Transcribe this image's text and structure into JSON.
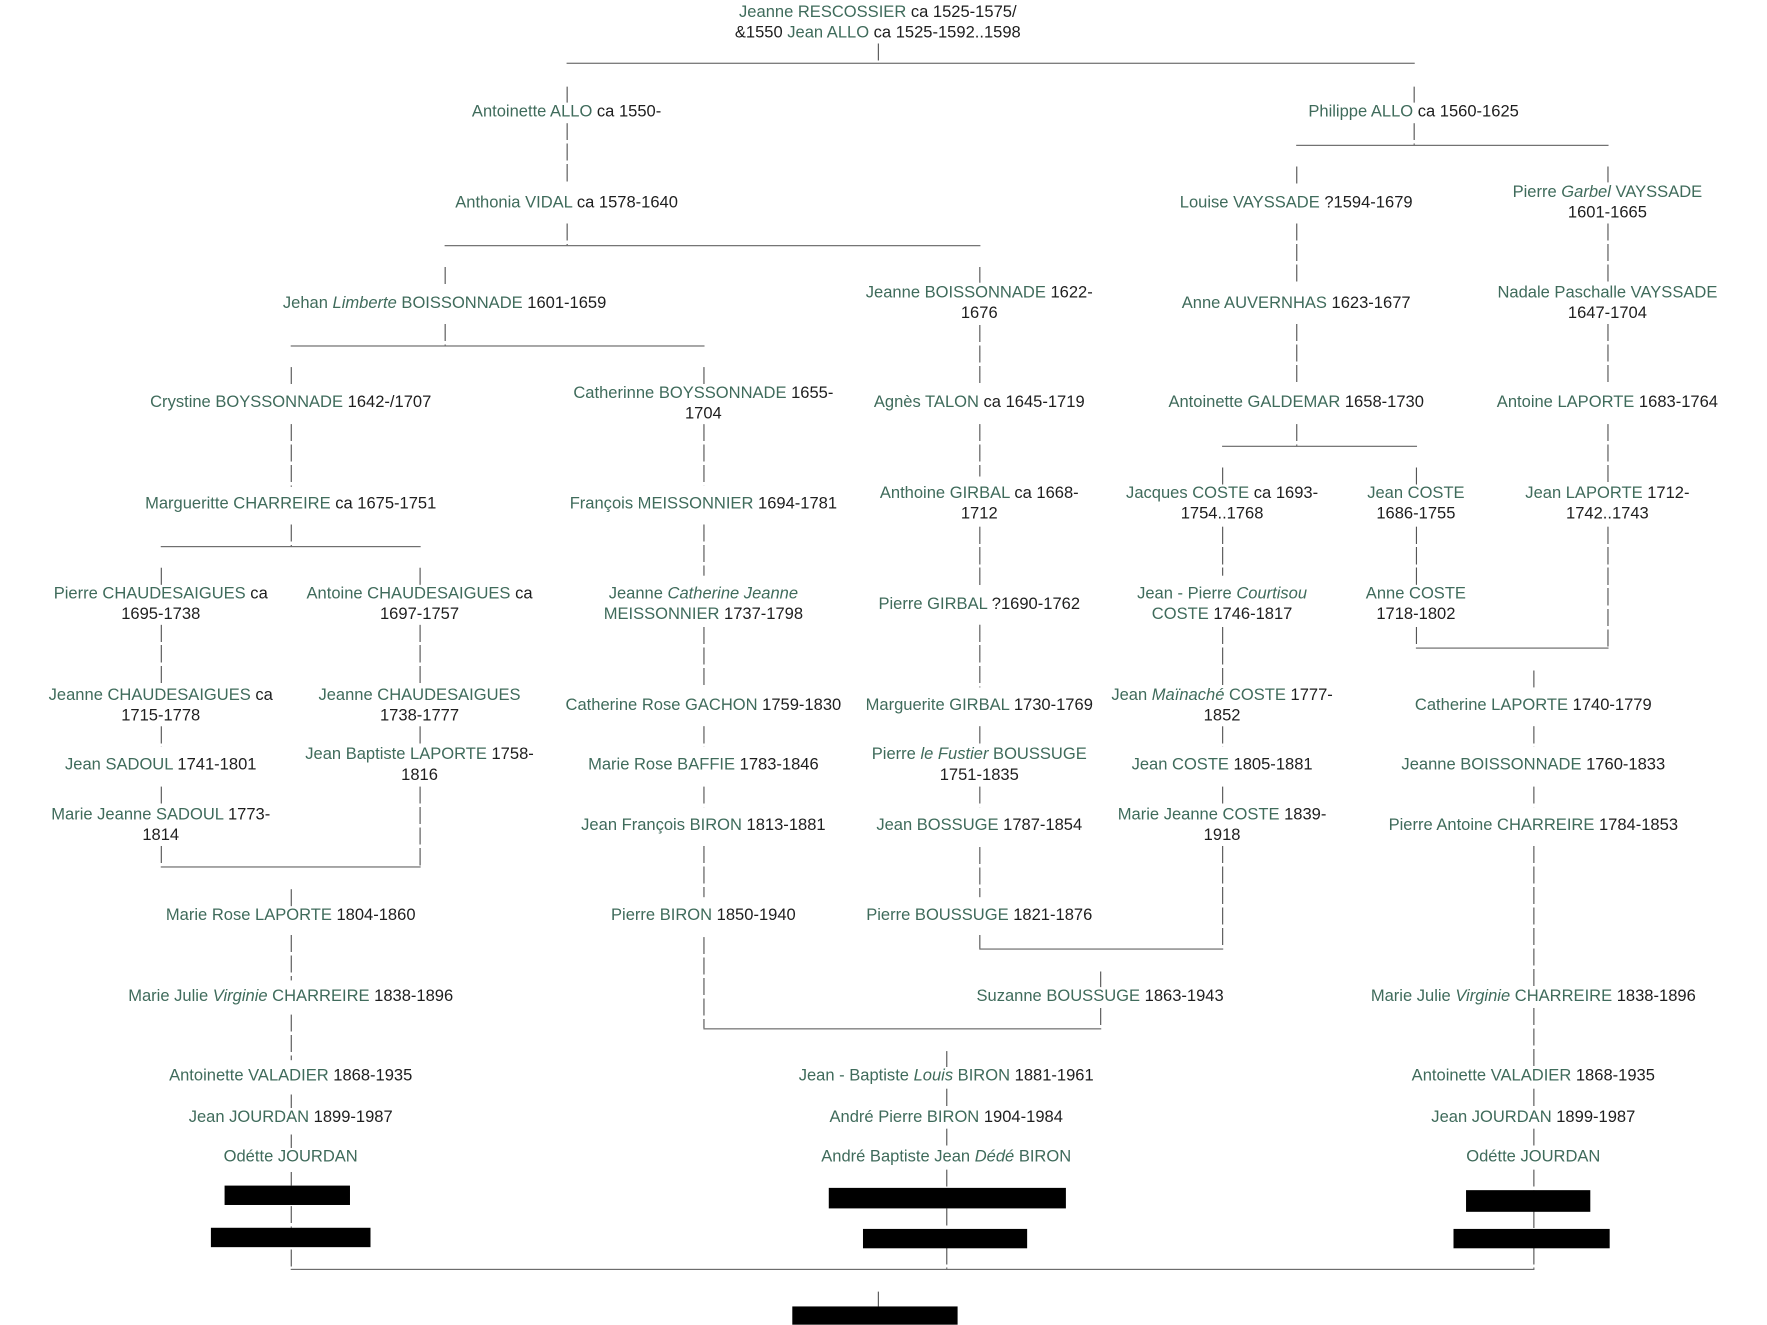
{
  "title": "Family tree",
  "colors": {
    "name": "#3f6b5b",
    "date": "#1e1e1e",
    "line": "#666666",
    "redaction": "#000000"
  },
  "people": [
    {
      "lines": [
        [
          {
            "text": "Jeanne RESCOSSIER",
            "s": "n"
          },
          {
            "text": " ca 1525-1575/",
            "s": "d"
          }
        ],
        [
          {
            "text": "&1550 ",
            "s": "d"
          },
          {
            "text": "Jean ALLO",
            "s": "n"
          },
          {
            "text": " ca 1525-1592..1598",
            "s": "d"
          }
        ]
      ]
    },
    {
      "lines": [
        [
          {
            "text": "Antoinette ALLO",
            "s": "n"
          },
          {
            "text": " ca 1550-",
            "s": "d"
          }
        ]
      ]
    },
    {
      "lines": [
        [
          {
            "text": "Philippe ALLO",
            "s": "n"
          },
          {
            "text": " ca 1560-1625",
            "s": "d"
          }
        ]
      ]
    },
    {
      "lines": [
        [
          {
            "text": "Anthonia VIDAL",
            "s": "n"
          },
          {
            "text": " ca 1578-1640",
            "s": "d"
          }
        ]
      ]
    },
    {
      "lines": [
        [
          {
            "text": "Louise VAYSSADE",
            "s": "n"
          },
          {
            "text": " ?1594-1679",
            "s": "d"
          }
        ]
      ]
    },
    {
      "lines": [
        [
          {
            "text": "Pierre ",
            "s": "n"
          },
          {
            "text": "Garbel",
            "s": "k"
          },
          {
            "text": " VAYSSADE",
            "s": "n"
          }
        ],
        [
          {
            "text": "1601-1665",
            "s": "d"
          }
        ]
      ]
    },
    {
      "lines": [
        [
          {
            "text": "Jehan ",
            "s": "n"
          },
          {
            "text": "Limberte",
            "s": "k"
          },
          {
            "text": " BOISSONNADE",
            "s": "n"
          },
          {
            "text": " 1601-1659",
            "s": "d"
          }
        ]
      ]
    },
    {
      "lines": [
        [
          {
            "text": "Jeanne BOISSONNADE",
            "s": "n"
          },
          {
            "text": " 1622-",
            "s": "d"
          }
        ],
        [
          {
            "text": "1676",
            "s": "d"
          }
        ]
      ]
    },
    {
      "lines": [
        [
          {
            "text": "Anne AUVERNHAS",
            "s": "n"
          },
          {
            "text": " 1623-1677",
            "s": "d"
          }
        ]
      ]
    },
    {
      "lines": [
        [
          {
            "text": "Nadale Paschalle VAYSSADE",
            "s": "n"
          }
        ],
        [
          {
            "text": "1647-1704",
            "s": "d"
          }
        ]
      ]
    },
    {
      "lines": [
        [
          {
            "text": "Crystine BOYSSONNADE",
            "s": "n"
          },
          {
            "text": " 1642-/1707",
            "s": "d"
          }
        ]
      ]
    },
    {
      "lines": [
        [
          {
            "text": "Catherinne BOYSSONNADE",
            "s": "n"
          },
          {
            "text": " 1655-",
            "s": "d"
          }
        ],
        [
          {
            "text": "1704",
            "s": "d"
          }
        ]
      ]
    },
    {
      "lines": [
        [
          {
            "text": "Agnès TALON",
            "s": "n"
          },
          {
            "text": " ca 1645-1719",
            "s": "d"
          }
        ]
      ]
    },
    {
      "lines": [
        [
          {
            "text": "Antoinette GALDEMAR",
            "s": "n"
          },
          {
            "text": " 1658-1730",
            "s": "d"
          }
        ]
      ]
    },
    {
      "lines": [
        [
          {
            "text": "Antoine LAPORTE",
            "s": "n"
          },
          {
            "text": " 1683-1764",
            "s": "d"
          }
        ]
      ]
    },
    {
      "lines": [
        [
          {
            "text": "Margueritte CHARREIRE",
            "s": "n"
          },
          {
            "text": " ca 1675-1751",
            "s": "d"
          }
        ]
      ]
    },
    {
      "lines": [
        [
          {
            "text": "François MEISSONNIER",
            "s": "n"
          },
          {
            "text": " 1694-1781",
            "s": "d"
          }
        ]
      ]
    },
    {
      "lines": [
        [
          {
            "text": "Anthoine GIRBAL",
            "s": "n"
          },
          {
            "text": " ca 1668-",
            "s": "d"
          }
        ],
        [
          {
            "text": "1712",
            "s": "d"
          }
        ]
      ]
    },
    {
      "lines": [
        [
          {
            "text": "Jacques COSTE",
            "s": "n"
          },
          {
            "text": " ca 1693-",
            "s": "d"
          }
        ],
        [
          {
            "text": "1754..1768",
            "s": "d"
          }
        ]
      ]
    },
    {
      "lines": [
        [
          {
            "text": "Jean COSTE",
            "s": "n"
          }
        ],
        [
          {
            "text": "1686-1755",
            "s": "d"
          }
        ]
      ]
    },
    {
      "lines": [
        [
          {
            "text": "Jean LAPORTE",
            "s": "n"
          },
          {
            "text": " 1712-",
            "s": "d"
          }
        ],
        [
          {
            "text": "1742..1743",
            "s": "d"
          }
        ]
      ]
    },
    {
      "lines": [
        [
          {
            "text": "Pierre CHAUDESAIGUES",
            "s": "n"
          },
          {
            "text": " ca",
            "s": "d"
          }
        ],
        [
          {
            "text": "1695-1738",
            "s": "d"
          }
        ]
      ]
    },
    {
      "lines": [
        [
          {
            "text": "Antoine CHAUDESAIGUES",
            "s": "n"
          },
          {
            "text": " ca",
            "s": "d"
          }
        ],
        [
          {
            "text": "1697-1757",
            "s": "d"
          }
        ]
      ]
    },
    {
      "lines": [
        [
          {
            "text": "Jeanne ",
            "s": "n"
          },
          {
            "text": "Catherine Jeanne",
            "s": "k"
          }
        ],
        [
          {
            "text": "MEISSONNIER",
            "s": "n"
          },
          {
            "text": " 1737-1798",
            "s": "d"
          }
        ]
      ]
    },
    {
      "lines": [
        [
          {
            "text": "Pierre GIRBAL",
            "s": "n"
          },
          {
            "text": " ?1690-1762",
            "s": "d"
          }
        ]
      ]
    },
    {
      "lines": [
        [
          {
            "text": "Jean - Pierre ",
            "s": "n"
          },
          {
            "text": "Courtisou",
            "s": "k"
          }
        ],
        [
          {
            "text": "COSTE",
            "s": "n"
          },
          {
            "text": " 1746-1817",
            "s": "d"
          }
        ]
      ]
    },
    {
      "lines": [
        [
          {
            "text": "Anne COSTE",
            "s": "n"
          }
        ],
        [
          {
            "text": "1718-1802",
            "s": "d"
          }
        ]
      ]
    },
    {
      "lines": [
        [
          {
            "text": "Jeanne CHAUDESAIGUES",
            "s": "n"
          },
          {
            "text": " ca",
            "s": "d"
          }
        ],
        [
          {
            "text": "1715-1778",
            "s": "d"
          }
        ]
      ]
    },
    {
      "lines": [
        [
          {
            "text": "Jeanne CHAUDESAIGUES",
            "s": "n"
          }
        ],
        [
          {
            "text": "1738-1777",
            "s": "d"
          }
        ]
      ]
    },
    {
      "lines": [
        [
          {
            "text": "Catherine Rose GACHON",
            "s": "n"
          },
          {
            "text": " 1759-1830",
            "s": "d"
          }
        ]
      ]
    },
    {
      "lines": [
        [
          {
            "text": "Marguerite GIRBAL",
            "s": "n"
          },
          {
            "text": " 1730-1769",
            "s": "d"
          }
        ]
      ]
    },
    {
      "lines": [
        [
          {
            "text": "Jean ",
            "s": "n"
          },
          {
            "text": "Maïnaché",
            "s": "k"
          },
          {
            "text": " COSTE",
            "s": "n"
          },
          {
            "text": " 1777-",
            "s": "d"
          }
        ],
        [
          {
            "text": "1852",
            "s": "d"
          }
        ]
      ]
    },
    {
      "lines": [
        [
          {
            "text": "Catherine LAPORTE",
            "s": "n"
          },
          {
            "text": " 1740-1779",
            "s": "d"
          }
        ]
      ]
    },
    {
      "lines": [
        [
          {
            "text": "Jean SADOUL",
            "s": "n"
          },
          {
            "text": " 1741-1801",
            "s": "d"
          }
        ]
      ]
    },
    {
      "lines": [
        [
          {
            "text": "Jean Baptiste LAPORTE",
            "s": "n"
          },
          {
            "text": " 1758-",
            "s": "d"
          }
        ],
        [
          {
            "text": "1816",
            "s": "d"
          }
        ]
      ]
    },
    {
      "lines": [
        [
          {
            "text": "Marie Rose BAFFIE",
            "s": "n"
          },
          {
            "text": " 1783-1846",
            "s": "d"
          }
        ]
      ]
    },
    {
      "lines": [
        [
          {
            "text": "Pierre ",
            "s": "n"
          },
          {
            "text": "le Fustier",
            "s": "k"
          },
          {
            "text": " BOUSSUGE",
            "s": "n"
          }
        ],
        [
          {
            "text": "1751-1835",
            "s": "d"
          }
        ]
      ]
    },
    {
      "lines": [
        [
          {
            "text": "Jean COSTE",
            "s": "n"
          },
          {
            "text": " 1805-1881",
            "s": "d"
          }
        ]
      ]
    },
    {
      "lines": [
        [
          {
            "text": "Jeanne BOISSONNADE",
            "s": "n"
          },
          {
            "text": " 1760-1833",
            "s": "d"
          }
        ]
      ]
    },
    {
      "lines": [
        [
          {
            "text": "Marie Jeanne SADOUL",
            "s": "n"
          },
          {
            "text": " 1773-",
            "s": "d"
          }
        ],
        [
          {
            "text": "1814",
            "s": "d"
          }
        ]
      ]
    },
    {
      "lines": [
        [
          {
            "text": "Jean François BIRON",
            "s": "n"
          },
          {
            "text": " 1813-1881",
            "s": "d"
          }
        ]
      ]
    },
    {
      "lines": [
        [
          {
            "text": "Jean BOSSUGE",
            "s": "n"
          },
          {
            "text": " 1787-1854",
            "s": "d"
          }
        ]
      ]
    },
    {
      "lines": [
        [
          {
            "text": "Marie Jeanne COSTE",
            "s": "n"
          },
          {
            "text": " 1839-",
            "s": "d"
          }
        ],
        [
          {
            "text": "1918",
            "s": "d"
          }
        ]
      ]
    },
    {
      "lines": [
        [
          {
            "text": "Pierre Antoine CHARREIRE",
            "s": "n"
          },
          {
            "text": " 1784-1853",
            "s": "d"
          }
        ]
      ]
    },
    {
      "lines": [
        [
          {
            "text": "Marie Rose LAPORTE",
            "s": "n"
          },
          {
            "text": " 1804-1860",
            "s": "d"
          }
        ]
      ]
    },
    {
      "lines": [
        [
          {
            "text": "Pierre BIRON",
            "s": "n"
          },
          {
            "text": " 1850-1940",
            "s": "d"
          }
        ]
      ]
    },
    {
      "lines": [
        [
          {
            "text": "Pierre BOUSSUGE",
            "s": "n"
          },
          {
            "text": " 1821-1876",
            "s": "d"
          }
        ]
      ]
    },
    {
      "lines": [
        [
          {
            "text": "Marie Julie ",
            "s": "n"
          },
          {
            "text": "Virginie",
            "s": "k"
          },
          {
            "text": " CHARREIRE",
            "s": "n"
          },
          {
            "text": " 1838-1896",
            "s": "d"
          }
        ]
      ]
    },
    {
      "lines": [
        [
          {
            "text": "Suzanne BOUSSUGE",
            "s": "n"
          },
          {
            "text": " 1863-1943",
            "s": "d"
          }
        ]
      ]
    },
    {
      "lines": [
        [
          {
            "text": "Marie Julie ",
            "s": "n"
          },
          {
            "text": "Virginie",
            "s": "k"
          },
          {
            "text": " CHARREIRE",
            "s": "n"
          },
          {
            "text": " 1838-1896",
            "s": "d"
          }
        ]
      ]
    },
    {
      "lines": [
        [
          {
            "text": "Antoinette VALADIER",
            "s": "n"
          },
          {
            "text": " 1868-1935",
            "s": "d"
          }
        ]
      ]
    },
    {
      "lines": [
        [
          {
            "text": "Jean - Baptiste ",
            "s": "n"
          },
          {
            "text": "Louis",
            "s": "k"
          },
          {
            "text": " BIRON",
            "s": "n"
          },
          {
            "text": " 1881-1961",
            "s": "d"
          }
        ]
      ]
    },
    {
      "lines": [
        [
          {
            "text": "Antoinette VALADIER",
            "s": "n"
          },
          {
            "text": " 1868-1935",
            "s": "d"
          }
        ]
      ]
    },
    {
      "lines": [
        [
          {
            "text": "Jean JOURDAN",
            "s": "n"
          },
          {
            "text": " 1899-1987",
            "s": "d"
          }
        ]
      ]
    },
    {
      "lines": [
        [
          {
            "text": "André Pierre BIRON",
            "s": "n"
          },
          {
            "text": " 1904-1984",
            "s": "d"
          }
        ]
      ]
    },
    {
      "lines": [
        [
          {
            "text": "Jean JOURDAN",
            "s": "n"
          },
          {
            "text": " 1899-1987",
            "s": "d"
          }
        ]
      ]
    },
    {
      "lines": [
        [
          {
            "text": "Odétte JOURDAN",
            "s": "n"
          }
        ]
      ]
    },
    {
      "lines": [
        [
          {
            "text": "André Baptiste Jean ",
            "s": "n"
          },
          {
            "text": "Dédé",
            "s": "k"
          },
          {
            "text": " BIRON",
            "s": "n"
          }
        ]
      ]
    },
    {
      "lines": [
        [
          {
            "text": "Odétte JOURDAN",
            "s": "n"
          }
        ]
      ]
    }
  ]
}
